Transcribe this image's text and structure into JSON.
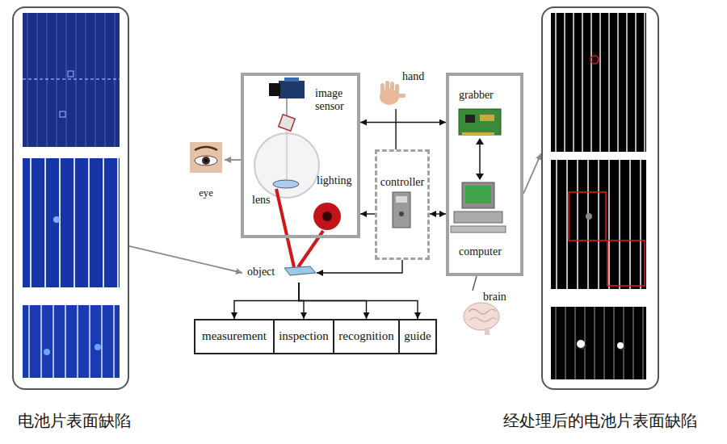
{
  "diagram": {
    "nodes": [
      {
        "text": [
          "电池片表面缺陷"
        ]
      },
      {
        "text": [
          "image sensor",
          "lens",
          "lighting"
        ]
      },
      {
        "text": [
          "hand"
        ]
      },
      {
        "text": [
          "grabber",
          "computer"
        ]
      },
      {
        "text": [
          "eye"
        ]
      },
      {
        "text": [
          "controller"
        ]
      },
      {
        "text": [
          "object"
        ]
      },
      {
        "text": [
          "brain"
        ]
      },
      {
        "text": [
          "measurement"
        ]
      },
      {
        "text": [
          "inspection"
        ]
      },
      {
        "text": [
          "recognition"
        ]
      },
      {
        "text": [
          "guide"
        ]
      },
      {
        "text": [
          "经处理后的电池片表面缺陷"
        ]
      }
    ],
    "edges": [
      {
        "from": 1,
        "to": 3,
        "arrow": "both"
      },
      {
        "from": 2,
        "to": 5,
        "arrow": "none"
      },
      {
        "from": 5,
        "to": 3,
        "arrow": "both"
      },
      {
        "from": 5,
        "to": 1,
        "arrow": "to"
      },
      {
        "from": 5,
        "to": 6,
        "arrow": "to"
      },
      {
        "from": 1,
        "to": 4,
        "arrow": "to"
      },
      {
        "from": 3,
        "to": 7,
        "arrow": "none"
      },
      {
        "from": 0,
        "to": 6,
        "arrow": "to"
      },
      {
        "from": 3,
        "to": 12,
        "arrow": "to"
      },
      {
        "from": 6,
        "to": 8,
        "arrow": "to"
      },
      {
        "from": 6,
        "to": 9,
        "arrow": "to"
      },
      {
        "from": 6,
        "to": 10,
        "arrow": "to"
      },
      {
        "from": 6,
        "to": 11,
        "arrow": "to"
      }
    ]
  }
}
